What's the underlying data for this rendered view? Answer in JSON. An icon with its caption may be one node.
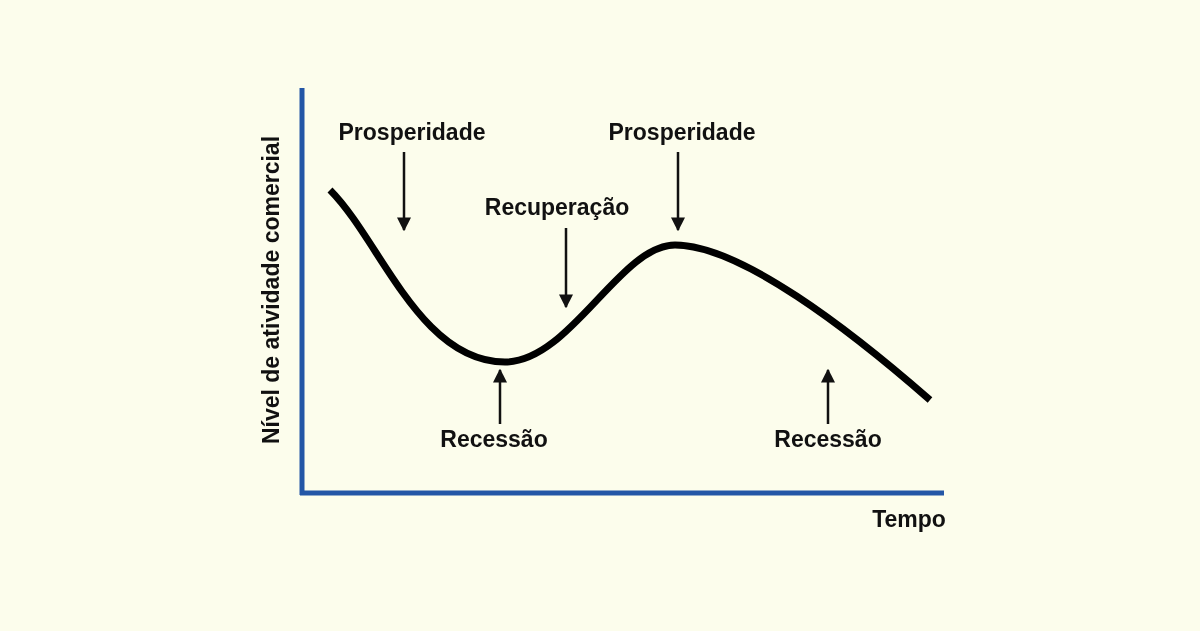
{
  "diagram": {
    "nodes": [
      {
        "text": [
          "Prosperidade"
        ]
      },
      {
        "text": [
          "Recuperação"
        ]
      },
      {
        "text": [
          "Prosperidade"
        ]
      },
      {
        "text": [
          "Recessão"
        ]
      },
      {
        "text": [
          "Recessão"
        ]
      }
    ],
    "edges": [
      {
        "from": 0,
        "to": null,
        "arrow": "to"
      },
      {
        "from": 1,
        "to": null,
        "arrow": "to"
      },
      {
        "from": 2,
        "to": null,
        "arrow": "to"
      },
      {
        "from": 3,
        "to": null,
        "arrow": "to"
      },
      {
        "from": 4,
        "to": null,
        "arrow": "to"
      }
    ],
    "labels": [
      "Nível de atividade comercial",
      "Tempo"
    ]
  }
}
